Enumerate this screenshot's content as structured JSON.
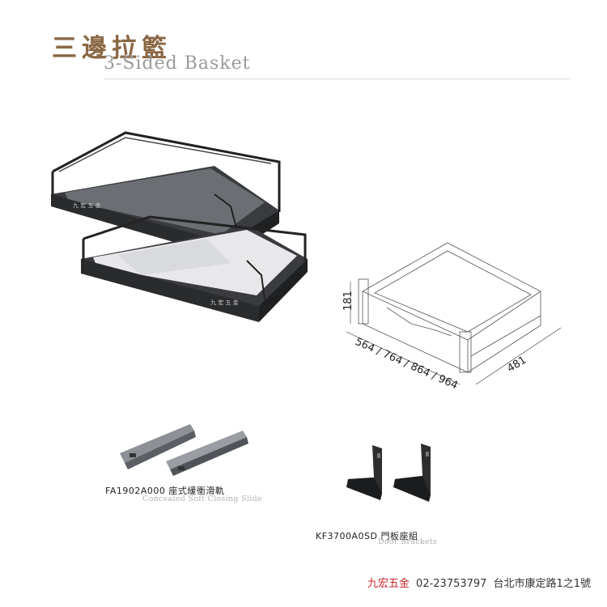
{
  "header": {
    "title_zh": "三邊拉籃",
    "title_en": "3-Sided Basket"
  },
  "dimension_drawing": {
    "height": "181",
    "widths": "564 / 764 / 864 / 964",
    "depth": "481"
  },
  "accessories": [
    {
      "code_label": "FA1902A000 座式緩衝滑軌",
      "name_en": "Concealed Soft Closing Slide"
    },
    {
      "code_label": "KF3700A0SD 門板座組",
      "name_en": "Door Brackets"
    }
  ],
  "footer": {
    "brand": "九宏五金",
    "phone": "02-23753797",
    "address": "台北市康定路1之1號"
  },
  "colors": {
    "title_brown": "#8a6744",
    "brand_red": "#c8242b",
    "basket_dark": "#2f3032"
  }
}
